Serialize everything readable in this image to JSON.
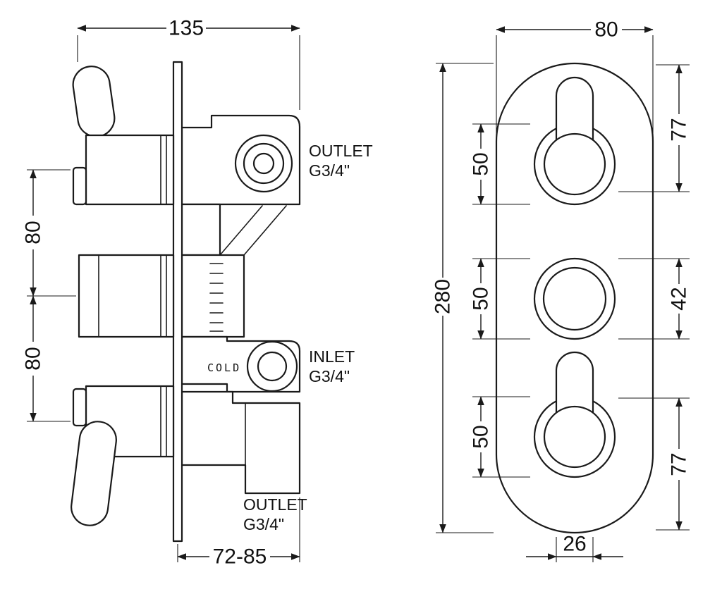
{
  "side_view": {
    "dims": {
      "overall_width": "135",
      "handle_spacing_upper": "80",
      "handle_spacing_lower": "80",
      "install_depth": "72-85"
    },
    "labels": {
      "outlet_top": {
        "line1": "OUTLET",
        "line2": "G3/4\""
      },
      "inlet": {
        "line1": "INLET",
        "line2": "G3/4\""
      },
      "outlet_bottom": {
        "line1": "OUTLET",
        "line2": "G3/4\""
      },
      "cold_marking": "COLD"
    }
  },
  "front_view": {
    "dims": {
      "plate_width": "80",
      "plate_height": "280",
      "top_knob_offset": "77",
      "middle_gap": "42",
      "bottom_knob_offset": "77",
      "knob_top_diameter": "50",
      "knob_middle_diameter": "50",
      "knob_bottom_diameter": "50",
      "slot_width": "26"
    }
  }
}
